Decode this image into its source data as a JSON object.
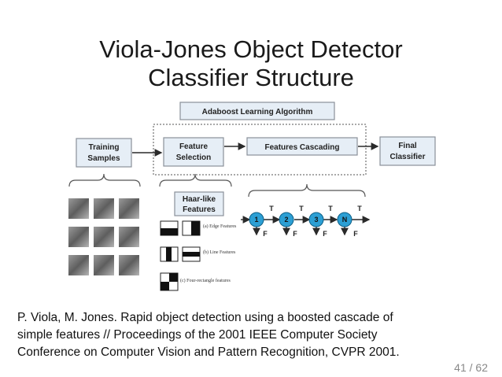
{
  "slide": {
    "title_line1": "Viola-Jones Object Detector",
    "title_line2": "Classifier Structure",
    "page_number": "41 / 62"
  },
  "diagram": {
    "adaboost_label": "Adaboost Learning Algorithm",
    "training_line1": "Training",
    "training_line2": "Samples",
    "feature_line1": "Feature",
    "feature_line2": "Selection",
    "cascading_label": "Features Cascading",
    "final_line1": "Final",
    "final_line2": "Classifier",
    "haar_line1": "Haar-like",
    "haar_line2": "Features",
    "edge_features": "(a) Edge Features",
    "line_features": "(b) Line Features",
    "four_rect_features": "(c) Four-rectangle features",
    "nodes": [
      "1",
      "2",
      "3",
      "N"
    ],
    "true_label": "T",
    "false_label": "F",
    "colors": {
      "node_fill": "#2c9fd4",
      "box_fill": "#e6eef6"
    }
  },
  "citation": {
    "line1": "P. Viola, M. Jones. Rapid object detection using a boosted cascade of",
    "line2": "simple features // Proceedings of the 2001 IEEE Computer Society",
    "line3": "Conference on  Computer Vision and Pattern Recognition, CVPR 2001."
  }
}
